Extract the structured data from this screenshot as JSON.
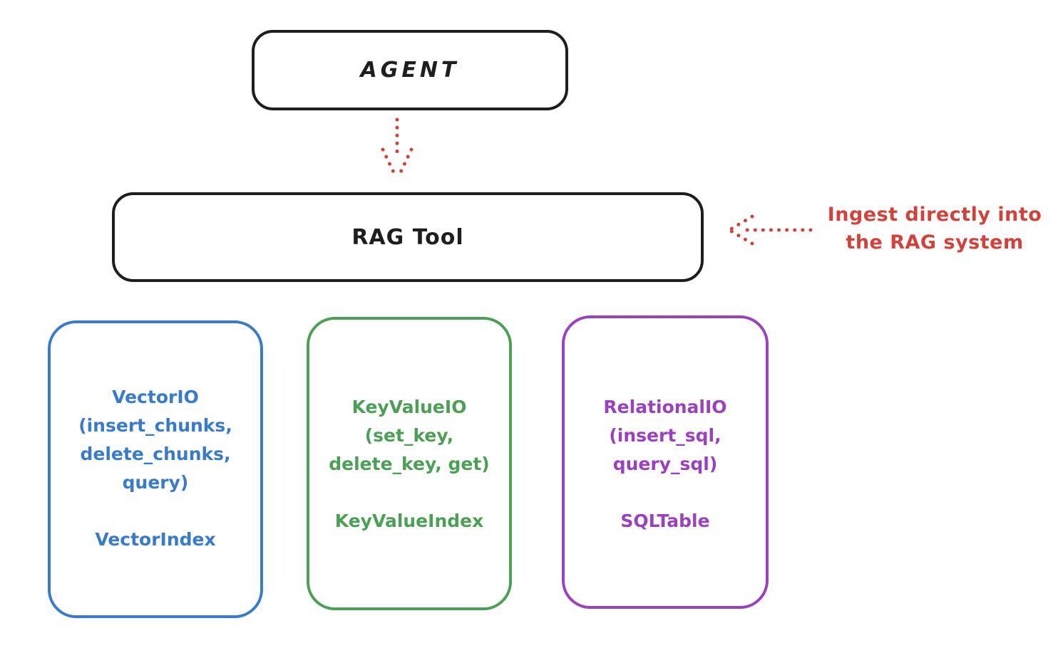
{
  "diagram": {
    "agent": {
      "label": "AGENT"
    },
    "rag_tool": {
      "label": "RAG Tool"
    },
    "annotation": {
      "line1": "Ingest directly into",
      "line2": "the RAG system"
    },
    "io_boxes": [
      {
        "name": "VectorIO",
        "color": "#3a7bc8",
        "lines": [
          "VectorIO",
          "(insert_chunks,",
          "delete_chunks,",
          "query)"
        ],
        "index_label": "VectorIndex"
      },
      {
        "name": "KeyValueIO",
        "color": "#4d9e56",
        "lines": [
          "KeyValueIO",
          "(set_key,",
          "delete_key, get)"
        ],
        "index_label": "KeyValueIndex"
      },
      {
        "name": "RelationalIO",
        "color": "#9a41bd",
        "lines": [
          "RelationalIO",
          "(insert_sql,",
          "query_sql)"
        ],
        "index_label": "SQLTable"
      }
    ],
    "colors": {
      "stroke_black": "#1e1e1e",
      "arrow_red": "#d0433c",
      "background": "#ffffff"
    }
  }
}
